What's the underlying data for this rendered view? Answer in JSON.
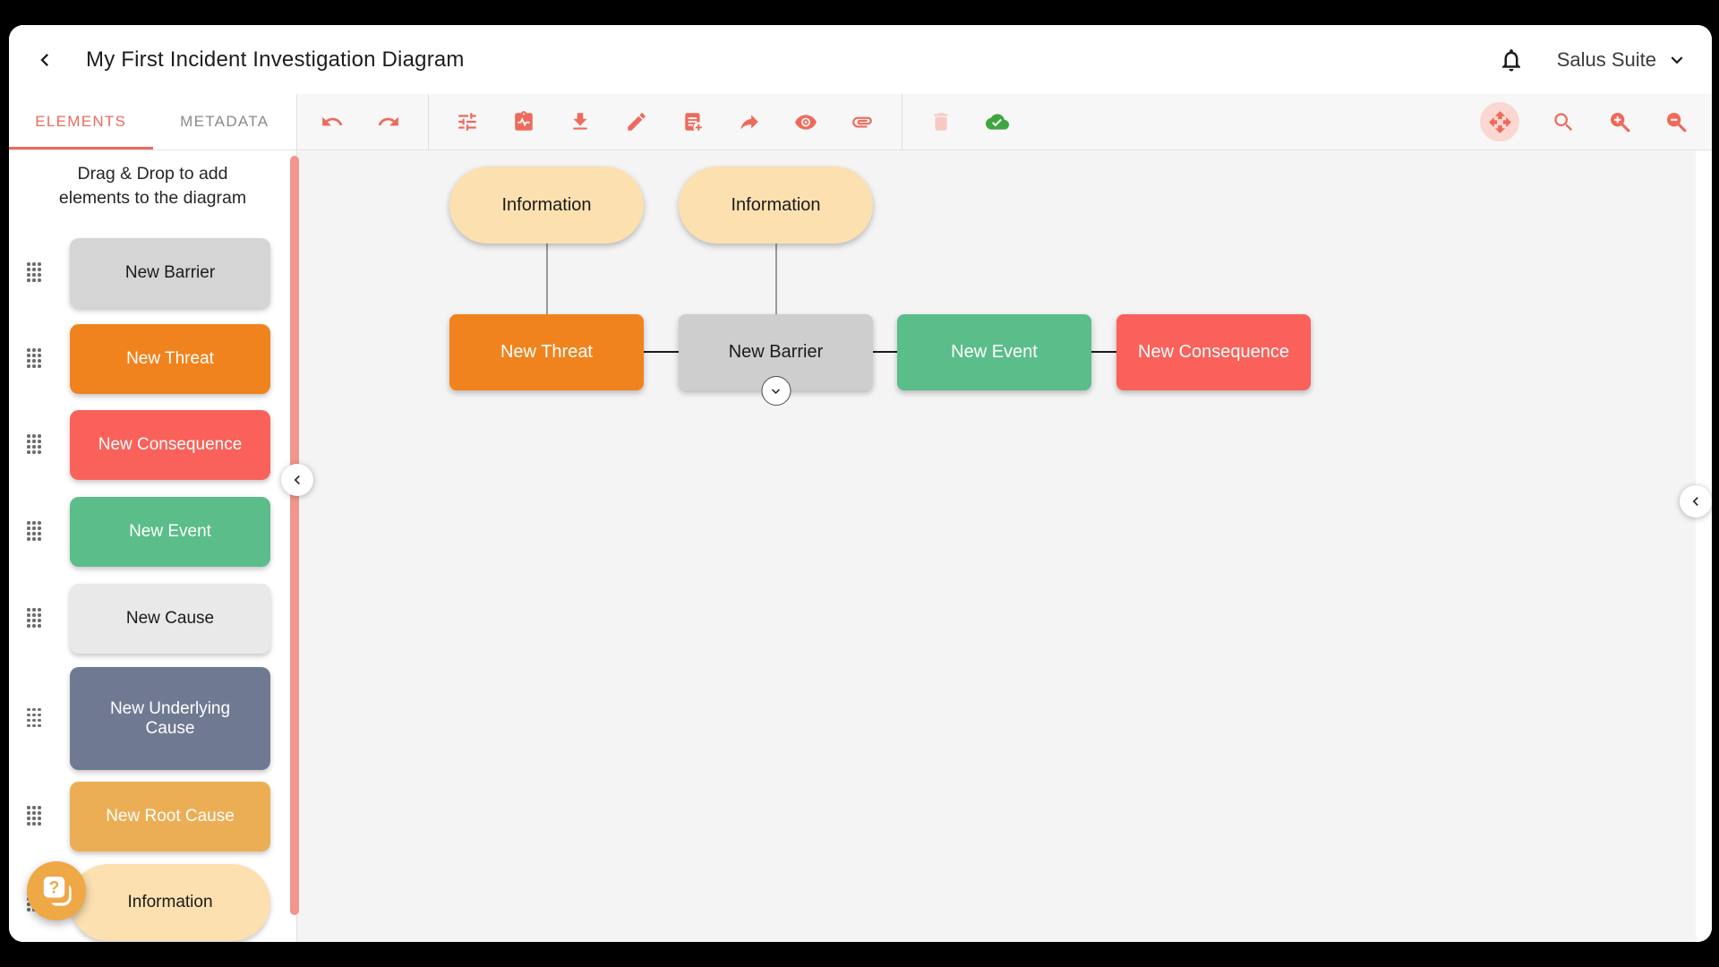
{
  "header": {
    "title": "My First Incident Investigation Diagram",
    "app_switcher_label": "Salus Suite"
  },
  "panel_tabs": {
    "elements": "ELEMENTS",
    "metadata": "METADATA"
  },
  "sidebar": {
    "hint": "Drag & Drop to add elements to the diagram",
    "items": [
      {
        "label": "New Barrier",
        "type": "barrier"
      },
      {
        "label": "New Threat",
        "type": "threat"
      },
      {
        "label": "New Consequence",
        "type": "consequence"
      },
      {
        "label": "New Event",
        "type": "event"
      },
      {
        "label": "New Cause",
        "type": "cause"
      },
      {
        "label": "New Underlying Cause",
        "type": "underlying-cause"
      },
      {
        "label": "New Root Cause",
        "type": "root-cause"
      },
      {
        "label": "Information",
        "type": "information"
      }
    ]
  },
  "toolbar": {
    "icons": [
      "undo",
      "redo",
      "tune",
      "health-record",
      "download",
      "edit",
      "note-add",
      "share",
      "visibility",
      "attachment",
      "delete",
      "cloud-synced"
    ],
    "view_icons": [
      "pan",
      "search",
      "zoom-in",
      "zoom-out"
    ]
  },
  "canvas": {
    "nodes": [
      {
        "label": "Information",
        "type": "information"
      },
      {
        "label": "Information",
        "type": "information"
      },
      {
        "label": "New Threat",
        "type": "threat"
      },
      {
        "label": "New Barrier",
        "type": "barrier",
        "has_expander": true
      },
      {
        "label": "New Event",
        "type": "event"
      },
      {
        "label": "New Consequence",
        "type": "consequence"
      }
    ]
  },
  "colors": {
    "accent": "#ee6a5b",
    "threat": "#f0831d",
    "consequence": "#f9615a",
    "event": "#5abd8a",
    "barrier": "#cecece",
    "cause": "#e9e9e9",
    "underlying_cause": "#6f7a92",
    "root_cause": "#ecae55",
    "information": "#fce0b0",
    "cloud_synced": "#3ea63f",
    "sidebar_scrollbar": "#f0968c",
    "help_fab": "#efa846"
  }
}
